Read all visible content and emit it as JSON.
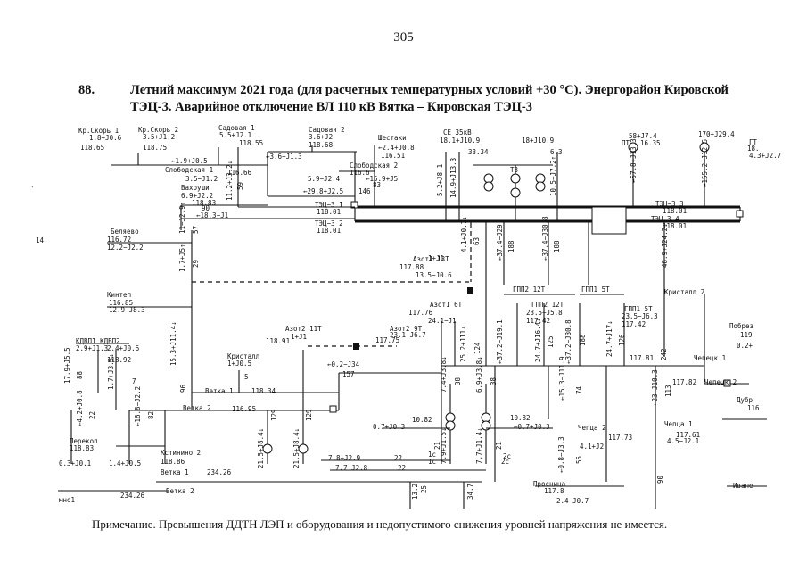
{
  "page": {
    "number": "305",
    "section_number": "88.",
    "title_line1": "Летний максимум 2021 года (для расчетных температурных условий +30 °С). Энергорайон Кировской",
    "title_line2": "ТЭЦ-3. Аварийное отключение ВЛ 110 кВ Вятка – Кировская ТЭЦ-3",
    "note": "Примечание. Превышения ДДТН ЛЭП и оборудования и недопустимого снижения уровней напряжения не имеется."
  },
  "diagram": {
    "labels": [
      {
        "id": "kr-skor1",
        "text": "Кр.Скорь 1"
      },
      {
        "id": "kr-skor1-load",
        "text": "1.8+J0.6"
      },
      {
        "id": "kr-skor1-v",
        "text": "118.65"
      },
      {
        "id": "kr-skor2",
        "text": "Кр.Скорь 2"
      },
      {
        "id": "kr-skor2-load",
        "text": "3.5+J1.2"
      },
      {
        "id": "kr-skor2-v",
        "text": "118.75"
      },
      {
        "id": "sadovaya1",
        "text": "Садовая 1"
      },
      {
        "id": "sadovaya1-load",
        "text": "5.5+J2.1"
      },
      {
        "id": "sadovaya1-v",
        "text": "118.55"
      },
      {
        "id": "sadovaya2",
        "text": "Садовая 2"
      },
      {
        "id": "sadovaya2-load",
        "text": "3.6+J2"
      },
      {
        "id": "sadovaya2-v",
        "text": "118.68"
      },
      {
        "id": "flow-1",
        "text": "←3.6−J1.3"
      },
      {
        "id": "flow-2",
        "text": "←1.9+J0.5"
      },
      {
        "id": "slobodskaya1",
        "text": "Слободская 1"
      },
      {
        "id": "slobodskaya1-load",
        "text": "3.5−J1.2"
      },
      {
        "id": "slobodskaya1-v",
        "text": "116.66"
      },
      {
        "id": "slobodskaya-flow",
        "text": "11.2+J3.2↓"
      },
      {
        "id": "slobodskaya-pct",
        "text": "59"
      },
      {
        "id": "shestaki",
        "text": "Шестаки"
      },
      {
        "id": "shestaki-load",
        "text": "←2.4+J0.8"
      },
      {
        "id": "shestaki-v",
        "text": "116.51"
      },
      {
        "id": "slobodskaya2",
        "text": "Слободская 2"
      },
      {
        "id": "slobodskaya2-v",
        "text": "116.6"
      },
      {
        "id": "slobodskaya2-load",
        "text": "5.9−J2.4"
      },
      {
        "id": "slobodskaya2-flow",
        "text": "←15.9+J5"
      },
      {
        "id": "slobodskaya2-pct",
        "text": "83"
      },
      {
        "id": "se35",
        "text": "СЕ 35кВ"
      },
      {
        "id": "se35-load",
        "text": "18.1+J10.9"
      },
      {
        "id": "se35-v",
        "text": "33.34"
      },
      {
        "id": "t3",
        "text": "Т3"
      },
      {
        "id": "t3-load",
        "text": "18+J10.9"
      },
      {
        "id": "t3-v",
        "text": "6.3"
      },
      {
        "id": "pt-load",
        "text": "58+J7.4"
      },
      {
        "id": "pt",
        "text": "ПТ"
      },
      {
        "id": "pt-v",
        "text": "16.35"
      },
      {
        "id": "gt-load",
        "text": "170+J29.4"
      },
      {
        "id": "gt",
        "text": "ГТ"
      },
      {
        "id": "gt-v",
        "text": "18."
      },
      {
        "id": "gt-load2",
        "text": "4.3+J2.7"
      },
      {
        "id": "vahrushi",
        "text": "Вахруши"
      },
      {
        "id": "vahrushi-load",
        "text": "6.9+J2.2"
      },
      {
        "id": "vahrushi-v",
        "text": "118.83"
      },
      {
        "id": "vahrushi-flow",
        "text": "←29.8+J2.5"
      },
      {
        "id": "vahrushi-pct",
        "text": "146"
      },
      {
        "id": "vahrushi-pct2",
        "text": "90"
      },
      {
        "id": "vahrushi-flow2",
        "text": "←18.3−J1"
      },
      {
        "id": "tec3-1",
        "text": "ТЭЦ−3 1"
      },
      {
        "id": "tec3-1-v",
        "text": "118.01"
      },
      {
        "id": "tec3-2",
        "text": "ТЭЦ−3 2"
      },
      {
        "id": "tec3-2-v",
        "text": "118.01"
      },
      {
        "id": "tec3-3",
        "text": "ТЭЦ−3 3"
      },
      {
        "id": "tec3-3-v",
        "text": "118.01"
      },
      {
        "id": "tec3-4",
        "text": "ТЭЦ−3 4"
      },
      {
        "id": "tec3-4-v",
        "text": "118.01"
      },
      {
        "id": "belyaevo",
        "text": "Беляево"
      },
      {
        "id": "belyaevo-v",
        "text": "116.72"
      },
      {
        "id": "belyaevo-load",
        "text": "12.2−J2.2"
      },
      {
        "id": "belyaevo-flow",
        "text": "11−J2.9↑"
      },
      {
        "id": "belyaevo-pct",
        "text": "57"
      },
      {
        "id": "belyaevo-flow2",
        "text": "1.7+J5↑"
      },
      {
        "id": "belyaevo-pct2",
        "text": "29"
      },
      {
        "id": "azot1-13t",
        "text": "Азот1 13Т"
      },
      {
        "id": "azot1-13t-load",
        "text": "1+J1"
      },
      {
        "id": "azot1-13t-v",
        "text": "117.88"
      },
      {
        "id": "azot1-13t-load2",
        "text": "13.5−J0.6"
      },
      {
        "id": "azot1-flow",
        "text": "4.1+J0.7↓"
      },
      {
        "id": "azot1-pct",
        "text": "63"
      },
      {
        "id": "flow-37-29",
        "text": "←37.4−J29"
      },
      {
        "id": "pct-188a",
        "text": "188"
      },
      {
        "id": "flow-37-308",
        "text": "←37.4−J30.8"
      },
      {
        "id": "pct-188b",
        "text": "188"
      },
      {
        "id": "flow-57-33",
        "text": "←57.8+J13.3"
      },
      {
        "id": "flow-155-125",
        "text": "←155.2+J12.5"
      },
      {
        "id": "flow-489-242",
        "text": "48.9+J24.2↓"
      },
      {
        "id": "flow-52-181",
        "text": "5.2+J8.1"
      },
      {
        "id": "flow-149-133",
        "text": "14.9+J13.3"
      },
      {
        "id": "flow-105-172",
        "text": "10.5−J7.2↑"
      },
      {
        "id": "kinintep",
        "text": "Кинтеп"
      },
      {
        "id": "kinintep-v",
        "text": "116.85"
      },
      {
        "id": "kinintep-load",
        "text": "12.9−J8.3"
      },
      {
        "id": "gpp2-12t",
        "text": "ГПП2 12Т"
      },
      {
        "id": "gpp1-5t",
        "text": "ГПП1 5Т"
      },
      {
        "id": "kristall2",
        "text": "Кристалл 2"
      },
      {
        "id": "azot1-6t",
        "text": "Азот1 6Т"
      },
      {
        "id": "azot1-6t-v",
        "text": "117.76"
      },
      {
        "id": "azot1-6t-load",
        "text": "24.1−J1"
      },
      {
        "id": "gpp2-12t-b",
        "text": "ГПП2 12Т"
      },
      {
        "id": "gpp2-12t-b-load",
        "text": "23.5−J5.8"
      },
      {
        "id": "gpp2-12t-b-v",
        "text": "117.42"
      },
      {
        "id": "gpp1-5t-b",
        "text": "ГПП1 5Т"
      },
      {
        "id": "gpp1-5t-b-load",
        "text": "23.5−J6.3"
      },
      {
        "id": "gpp1-5t-b-v",
        "text": "117.42"
      },
      {
        "id": "pobrezh",
        "text": "Побрез"
      },
      {
        "id": "pobrezh-v",
        "text": "119"
      },
      {
        "id": "pobrezh-load",
        "text": "0.2+"
      },
      {
        "id": "azot2-11t",
        "text": "Азот2 11Т"
      },
      {
        "id": "azot2-11t-load",
        "text": "1+J1"
      },
      {
        "id": "azot2-11t-v",
        "text": "118.91"
      },
      {
        "id": "azot2-9t",
        "text": "Азот2 9Т"
      },
      {
        "id": "azot2-9t-load",
        "text": "23.1−J6.7"
      },
      {
        "id": "azot2-9t-v",
        "text": "117.75"
      },
      {
        "id": "kdvp1",
        "text": "КДВП1 КДВП2"
      },
      {
        "id": "kdvp1-load",
        "text": "2.9+J1.3"
      },
      {
        "id": "kdvp2-load",
        "text": "2.4+J0.6"
      },
      {
        "id": "kdvp-v",
        "text": "118.92"
      },
      {
        "id": "kristall1",
        "text": "Кристалл"
      },
      {
        "id": "kristall1-load",
        "text": "1+J0.5"
      },
      {
        "id": "flow-02-34",
        "text": "←0.2−J34"
      },
      {
        "id": "pct-157",
        "text": "157"
      },
      {
        "id": "flow-253-11",
        "text": "25.2+J11↓"
      },
      {
        "id": "pct-124",
        "text": "124"
      },
      {
        "id": "flow-372-191",
        "text": "←37.2−J19.1"
      },
      {
        "id": "flow-247-164",
        "text": "24.7+J16.4↓"
      },
      {
        "id": "pct-125",
        "text": "125"
      },
      {
        "id": "flow-372-308",
        "text": "←37.2−J30.8"
      },
      {
        "id": "pct-188c",
        "text": "188"
      },
      {
        "id": "flow-247-17",
        "text": "24.7+J17↓"
      },
      {
        "id": "pct-126",
        "text": "126"
      },
      {
        "id": "v-11781",
        "text": "117.81"
      },
      {
        "id": "pct-242",
        "text": "242"
      },
      {
        "id": "cheptsk1",
        "text": "Чепецк 1"
      },
      {
        "id": "cheptsk2",
        "text": "Чепецк 2"
      },
      {
        "id": "cheptsk-v",
        "text": "117.82"
      },
      {
        "id": "dubr",
        "text": "Дубр"
      },
      {
        "id": "dubr-v",
        "text": "116"
      },
      {
        "id": "flow-179-55",
        "text": "17.9+J5.5"
      },
      {
        "id": "pct-88",
        "text": "88"
      },
      {
        "id": "flow-17-3",
        "text": "1.7+J3.5↓"
      },
      {
        "id": "flow-153-114",
        "text": "15.3+J11.4↓"
      },
      {
        "id": "vetka1",
        "text": "Ветка 1"
      },
      {
        "id": "vetka1-v",
        "text": "118.34"
      },
      {
        "id": "vetka2",
        "text": "Ветка 2"
      },
      {
        "id": "vetka2-v",
        "text": "116.95"
      },
      {
        "id": "flow-53",
        "text": "5"
      },
      {
        "id": "flow-7",
        "text": "7"
      },
      {
        "id": "pct-96",
        "text": "96"
      },
      {
        "id": "flow-74-38",
        "text": "7.4+J3.8↓"
      },
      {
        "id": "pct-38",
        "text": "38"
      },
      {
        "id": "flow-69-38",
        "text": "6.9+J3.8↓"
      },
      {
        "id": "pct-38b",
        "text": "38"
      },
      {
        "id": "flow-153-119",
        "text": "←15.3−J11.9"
      },
      {
        "id": "pct-74",
        "text": "74"
      },
      {
        "id": "flow-23-103",
        "text": "←23−J10.3"
      },
      {
        "id": "pct-113",
        "text": "113"
      },
      {
        "id": "flow-42-108",
        "text": "←4.2+J0.8"
      },
      {
        "id": "pct-22a",
        "text": "22"
      },
      {
        "id": "flow-168-12",
        "text": "←16.8−J2.2"
      },
      {
        "id": "pct-82",
        "text": "82"
      },
      {
        "id": "perekop",
        "text": "Перекоп"
      },
      {
        "id": "perekop-v",
        "text": "118.83"
      },
      {
        "id": "perekop-load",
        "text": "0.3+J0.1"
      },
      {
        "id": "kstinino2",
        "text": "Кстинино 2"
      },
      {
        "id": "kstinino2-v",
        "text": "118.86"
      },
      {
        "id": "kstinino-load",
        "text": "1.4+J0.5"
      },
      {
        "id": "v-10-82a",
        "text": "10.82"
      },
      {
        "id": "flow-07-03",
        "text": "0.7+J0.3"
      },
      {
        "id": "v-10-82b",
        "text": "10.82"
      },
      {
        "id": "flow-07-03b",
        "text": "←0.7+J0.3"
      },
      {
        "id": "cheptsa2",
        "text": "Чепца 2"
      },
      {
        "id": "cheptsa2-v",
        "text": "117.73"
      },
      {
        "id": "cheptsa2-load",
        "text": "4.1+J2"
      },
      {
        "id": "cheptsa1",
        "text": "Чепца 1"
      },
      {
        "id": "cheptsa1-v",
        "text": "117.61"
      },
      {
        "id": "cheptsa1-load",
        "text": "4.5−J2.1"
      },
      {
        "id": "flow-216-84",
        "text": "21.5+J8.4↓"
      },
      {
        "id": "pct-129",
        "text": "129"
      },
      {
        "id": "flow-215-84b",
        "text": "21.5+J8.4↓"
      },
      {
        "id": "pct-129b",
        "text": "129"
      },
      {
        "id": "flow-79-15",
        "text": "7.9+J1.5↓"
      },
      {
        "id": "pct-21",
        "text": "21"
      },
      {
        "id": "flow-77-14",
        "text": "7.7+J1.4↓"
      },
      {
        "id": "pct-21b",
        "text": "21"
      },
      {
        "id": "v-1c",
        "text": "1c"
      },
      {
        "id": "v-2c",
        "text": "2c"
      },
      {
        "id": "v-1c-b",
        "text": "1c"
      },
      {
        "id": "v-2c-b",
        "text": "2c"
      },
      {
        "id": "flow-78-29",
        "text": "7.8+J2.9"
      },
      {
        "id": "pct-22b",
        "text": "22"
      },
      {
        "id": "flow-77-28",
        "text": "7.7−J2.8"
      },
      {
        "id": "pct-22c",
        "text": "22"
      },
      {
        "id": "flow-08-33",
        "text": "←0.8−J3.3"
      },
      {
        "id": "pct-55",
        "text": "55"
      },
      {
        "id": "vetka1-b",
        "text": "Ветка 1"
      },
      {
        "id": "vetka1-b-v",
        "text": "234.26"
      },
      {
        "id": "vetka2-b",
        "text": "Ветка 2"
      },
      {
        "id": "vetka2-b-v",
        "text": "234.26"
      },
      {
        "id": "mnol",
        "text": "мно1"
      },
      {
        "id": "flow-132",
        "text": "13.2"
      },
      {
        "id": "pct-25",
        "text": "25"
      },
      {
        "id": "flow-347",
        "text": "34.7"
      },
      {
        "id": "prosnitsa",
        "text": "Просница"
      },
      {
        "id": "prosnitsa-v",
        "text": "117.8"
      },
      {
        "id": "prosnitsa-load",
        "text": "2.4−J0.7"
      },
      {
        "id": "pct-90",
        "text": "90"
      },
      {
        "id": "ivan",
        "text": "Иване"
      },
      {
        "id": "flow-side",
        "text": "14"
      },
      {
        "id": "flow-side2",
        "text": "'"
      }
    ]
  }
}
